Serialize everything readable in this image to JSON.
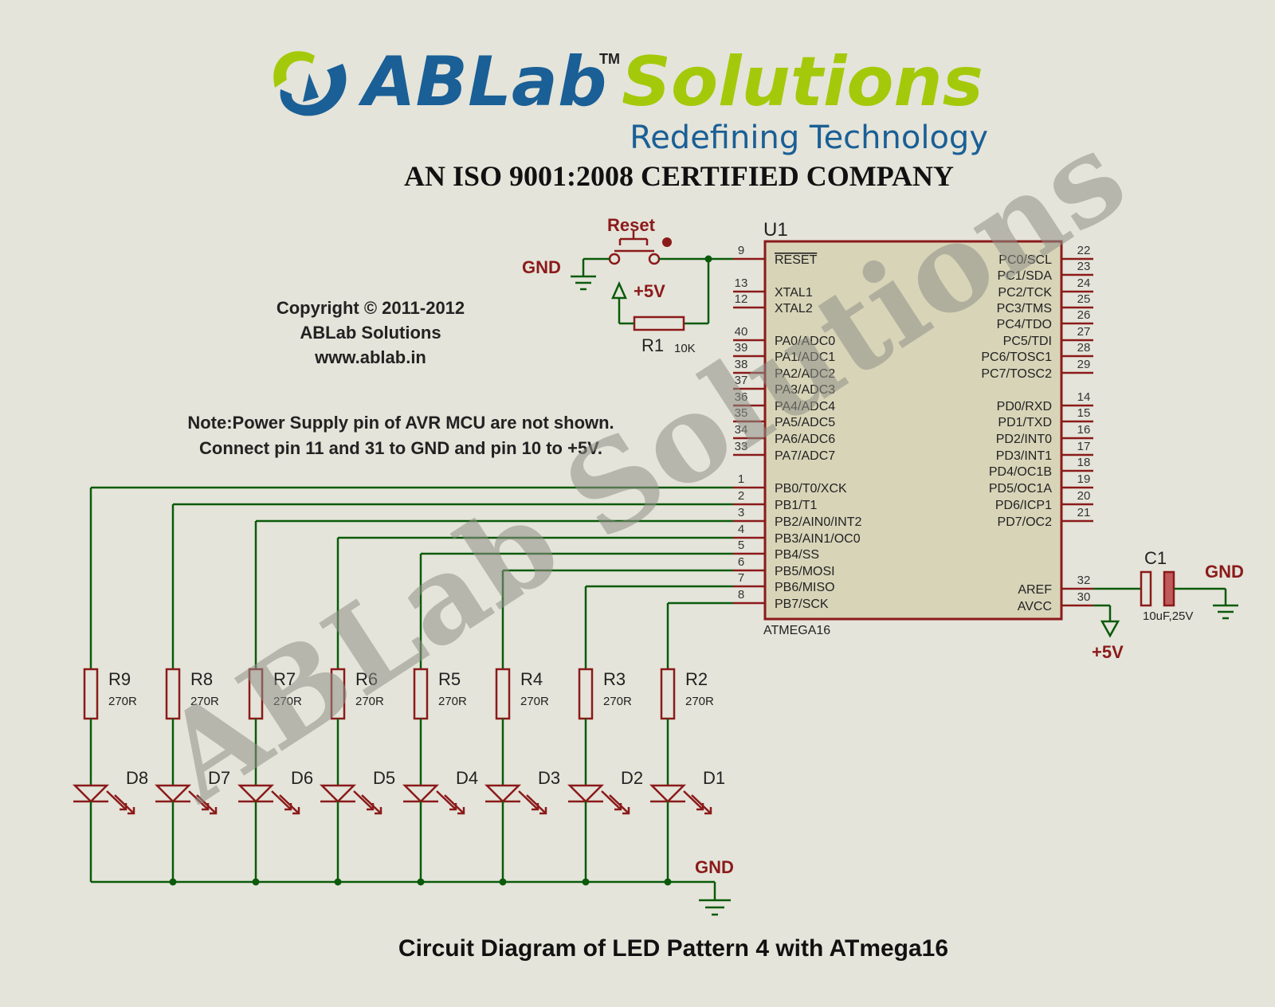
{
  "colors": {
    "background": "#e4e4da",
    "wire": "#0a5a0a",
    "component": "#8b1a1a",
    "chip_fill": "#d8d4b8",
    "logo_green": "#a4c90a",
    "logo_blue": "#1a5f96",
    "watermark": "#8f8f86"
  },
  "header": {
    "logo_ab": "ABLab",
    "logo_tm": "TM",
    "logo_solutions": "Solutions",
    "tagline": "Redefining Technology",
    "certification": "AN ISO 9001:2008 CERTIFIED COMPANY"
  },
  "copyright": {
    "line1": "Copyright © 2011-2012",
    "line2": "ABLab Solutions",
    "line3": "www.ablab.in"
  },
  "note": {
    "line1": "Note:Power Supply pin of AVR MCU are not shown.",
    "line2": "Connect pin 11 and 31 to GND and pin 10 to +5V."
  },
  "mcu": {
    "ref": "U1",
    "part": "ATMEGA16",
    "left_pins": [
      {
        "num": "9",
        "name": "RESET"
      },
      {
        "num": "13",
        "name": "XTAL1"
      },
      {
        "num": "12",
        "name": "XTAL2"
      },
      {
        "num": "40",
        "name": "PA0/ADC0"
      },
      {
        "num": "39",
        "name": "PA1/ADC1"
      },
      {
        "num": "38",
        "name": "PA2/ADC2"
      },
      {
        "num": "37",
        "name": "PA3/ADC3"
      },
      {
        "num": "36",
        "name": "PA4/ADC4"
      },
      {
        "num": "35",
        "name": "PA5/ADC5"
      },
      {
        "num": "34",
        "name": "PA6/ADC6"
      },
      {
        "num": "33",
        "name": "PA7/ADC7"
      },
      {
        "num": "1",
        "name": "PB0/T0/XCK"
      },
      {
        "num": "2",
        "name": "PB1/T1"
      },
      {
        "num": "3",
        "name": "PB2/AIN0/INT2"
      },
      {
        "num": "4",
        "name": "PB3/AIN1/OC0"
      },
      {
        "num": "5",
        "name": "PB4/SS"
      },
      {
        "num": "6",
        "name": "PB5/MOSI"
      },
      {
        "num": "7",
        "name": "PB6/MISO"
      },
      {
        "num": "8",
        "name": "PB7/SCK"
      }
    ],
    "right_pins": [
      {
        "num": "22",
        "name": "PC0/SCL"
      },
      {
        "num": "23",
        "name": "PC1/SDA"
      },
      {
        "num": "24",
        "name": "PC2/TCK"
      },
      {
        "num": "25",
        "name": "PC3/TMS"
      },
      {
        "num": "26",
        "name": "PC4/TDO"
      },
      {
        "num": "27",
        "name": "PC5/TDI"
      },
      {
        "num": "28",
        "name": "PC6/TOSC1"
      },
      {
        "num": "29",
        "name": "PC7/TOSC2"
      },
      {
        "num": "14",
        "name": "PD0/RXD"
      },
      {
        "num": "15",
        "name": "PD1/TXD"
      },
      {
        "num": "16",
        "name": "PD2/INT0"
      },
      {
        "num": "17",
        "name": "PD3/INT1"
      },
      {
        "num": "18",
        "name": "PD4/OC1B"
      },
      {
        "num": "19",
        "name": "PD5/OC1A"
      },
      {
        "num": "20",
        "name": "PD6/ICP1"
      },
      {
        "num": "21",
        "name": "PD7/OC2"
      },
      {
        "num": "32",
        "name": "AREF"
      },
      {
        "num": "30",
        "name": "AVCC"
      }
    ]
  },
  "reset_circuit": {
    "switch_label": "Reset",
    "gnd_label": "GND",
    "vcc_label": "+5V",
    "resistor_ref": "R1",
    "resistor_value": "10K"
  },
  "capacitor": {
    "ref": "C1",
    "value": "10uF,25V",
    "gnd_label": "GND",
    "vcc_label": "+5V"
  },
  "led_channels": [
    {
      "resistor_ref": "R9",
      "resistor_value": "270R",
      "led_ref": "D8"
    },
    {
      "resistor_ref": "R8",
      "resistor_value": "270R",
      "led_ref": "D7"
    },
    {
      "resistor_ref": "R7",
      "resistor_value": "270R",
      "led_ref": "D6"
    },
    {
      "resistor_ref": "R6",
      "resistor_value": "270R",
      "led_ref": "D5"
    },
    {
      "resistor_ref": "R5",
      "resistor_value": "270R",
      "led_ref": "D4"
    },
    {
      "resistor_ref": "R4",
      "resistor_value": "270R",
      "led_ref": "D3"
    },
    {
      "resistor_ref": "R3",
      "resistor_value": "270R",
      "led_ref": "D2"
    },
    {
      "resistor_ref": "R2",
      "resistor_value": "270R",
      "led_ref": "D1"
    }
  ],
  "led_gnd_label": "GND",
  "watermark": "ABLab Solutions",
  "caption": "Circuit Diagram of LED Pattern 4 with ATmega16"
}
